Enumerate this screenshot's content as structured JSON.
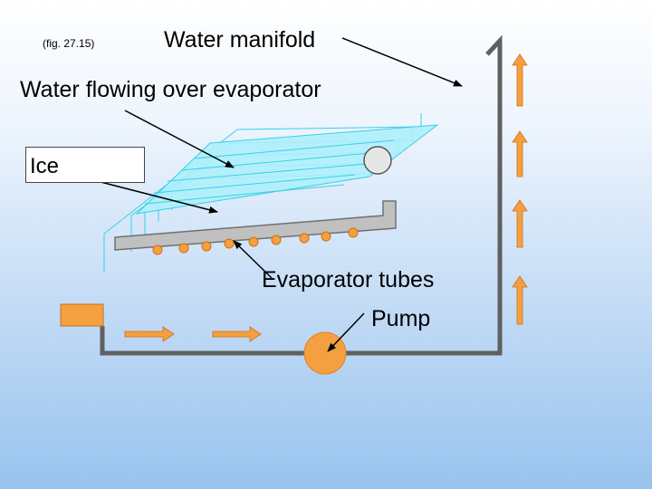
{
  "labels": {
    "figure": "(fig. 27.15)",
    "water_manifold": "Water manifold",
    "water_flowing": "Water flowing over evaporator",
    "ice": "Ice",
    "evaporator_tubes": "Evaporator tubes",
    "pump": "Pump"
  },
  "colors": {
    "pipe": "#606060",
    "water": "#aef0fb",
    "water_line": "#38d0e8",
    "tray": "#c0c0c0",
    "orange": "#f5a040",
    "orange_dark": "#d07010"
  },
  "icons": {
    "flow_arrow": "orange-arrow-right",
    "rise_arrow": "orange-arrow-up"
  }
}
